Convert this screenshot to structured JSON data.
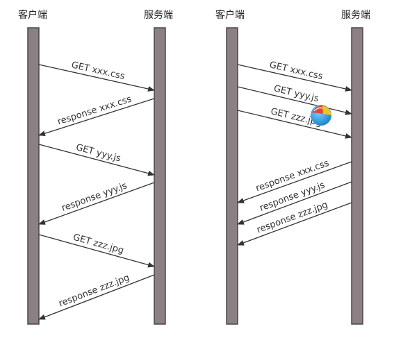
{
  "panels": [
    {
      "client_label": "客户端",
      "server_label": "服务端",
      "messages": [
        {
          "text": "GET xxx.css",
          "direction": "to-server"
        },
        {
          "text": "response xxx.css",
          "direction": "to-client"
        },
        {
          "text": "GET yyy.js",
          "direction": "to-server"
        },
        {
          "text": "response yyy.js",
          "direction": "to-client"
        },
        {
          "text": "GET zzz.jpg",
          "direction": "to-server"
        },
        {
          "text": "response zzz.jpg",
          "direction": "to-client"
        }
      ]
    },
    {
      "client_label": "客户端",
      "server_label": "服务端",
      "messages": [
        {
          "text": "GET xxx.css",
          "direction": "to-server"
        },
        {
          "text": "GET yyy.js",
          "direction": "to-server"
        },
        {
          "text": "GET zzz.jpg",
          "direction": "to-server"
        },
        {
          "text": "response xxx.css",
          "direction": "to-client"
        },
        {
          "text": "response yyy.js",
          "direction": "to-client"
        },
        {
          "text": "response zzz.jpg",
          "direction": "to-client"
        }
      ]
    }
  ],
  "colors": {
    "lifeline_fill": "#8c8086",
    "lifeline_stroke": "#3e3e3e",
    "arrow": "#333333"
  },
  "overlay_icon": "ball-icon"
}
